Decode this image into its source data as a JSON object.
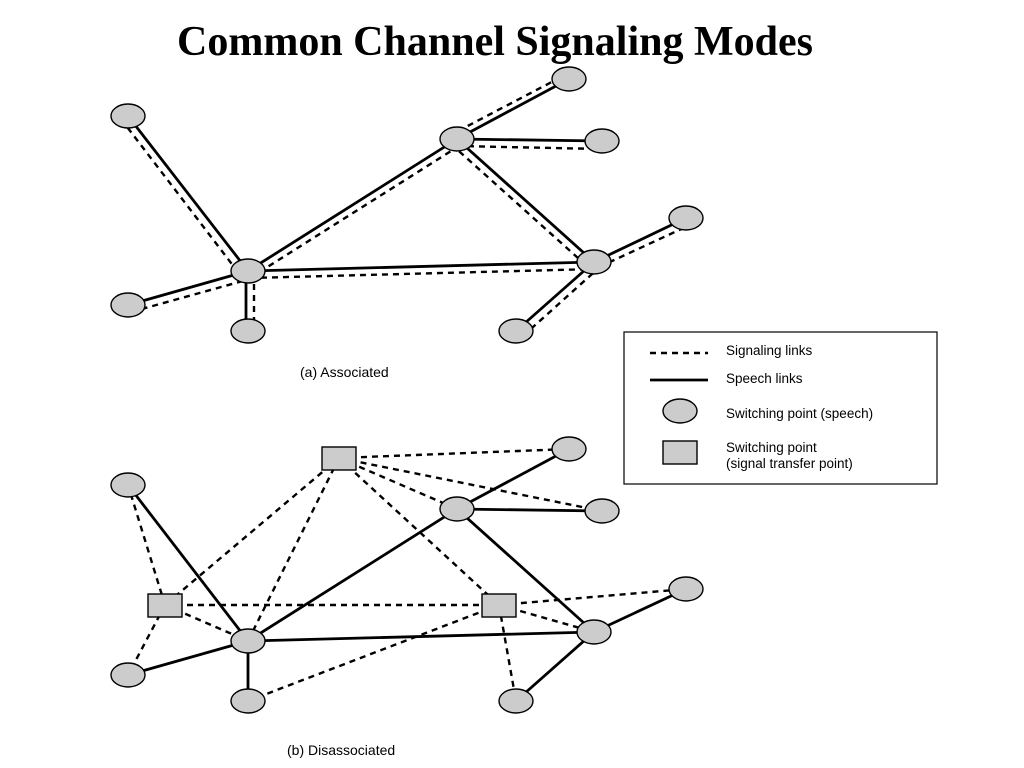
{
  "title": "Common Channel Signaling Modes",
  "diagram_a": {
    "caption": "(a) Associated"
  },
  "diagram_b": {
    "caption": "(b) Disassociated"
  },
  "legend": {
    "signaling": "Signaling links",
    "speech": "Speech links",
    "switch_speech": "Switching point (speech)",
    "stp_line1": "Switching point",
    "stp_line2": "(signal transfer point)"
  },
  "colors": {
    "node_fill": "#cccccc",
    "stroke": "#000000"
  }
}
